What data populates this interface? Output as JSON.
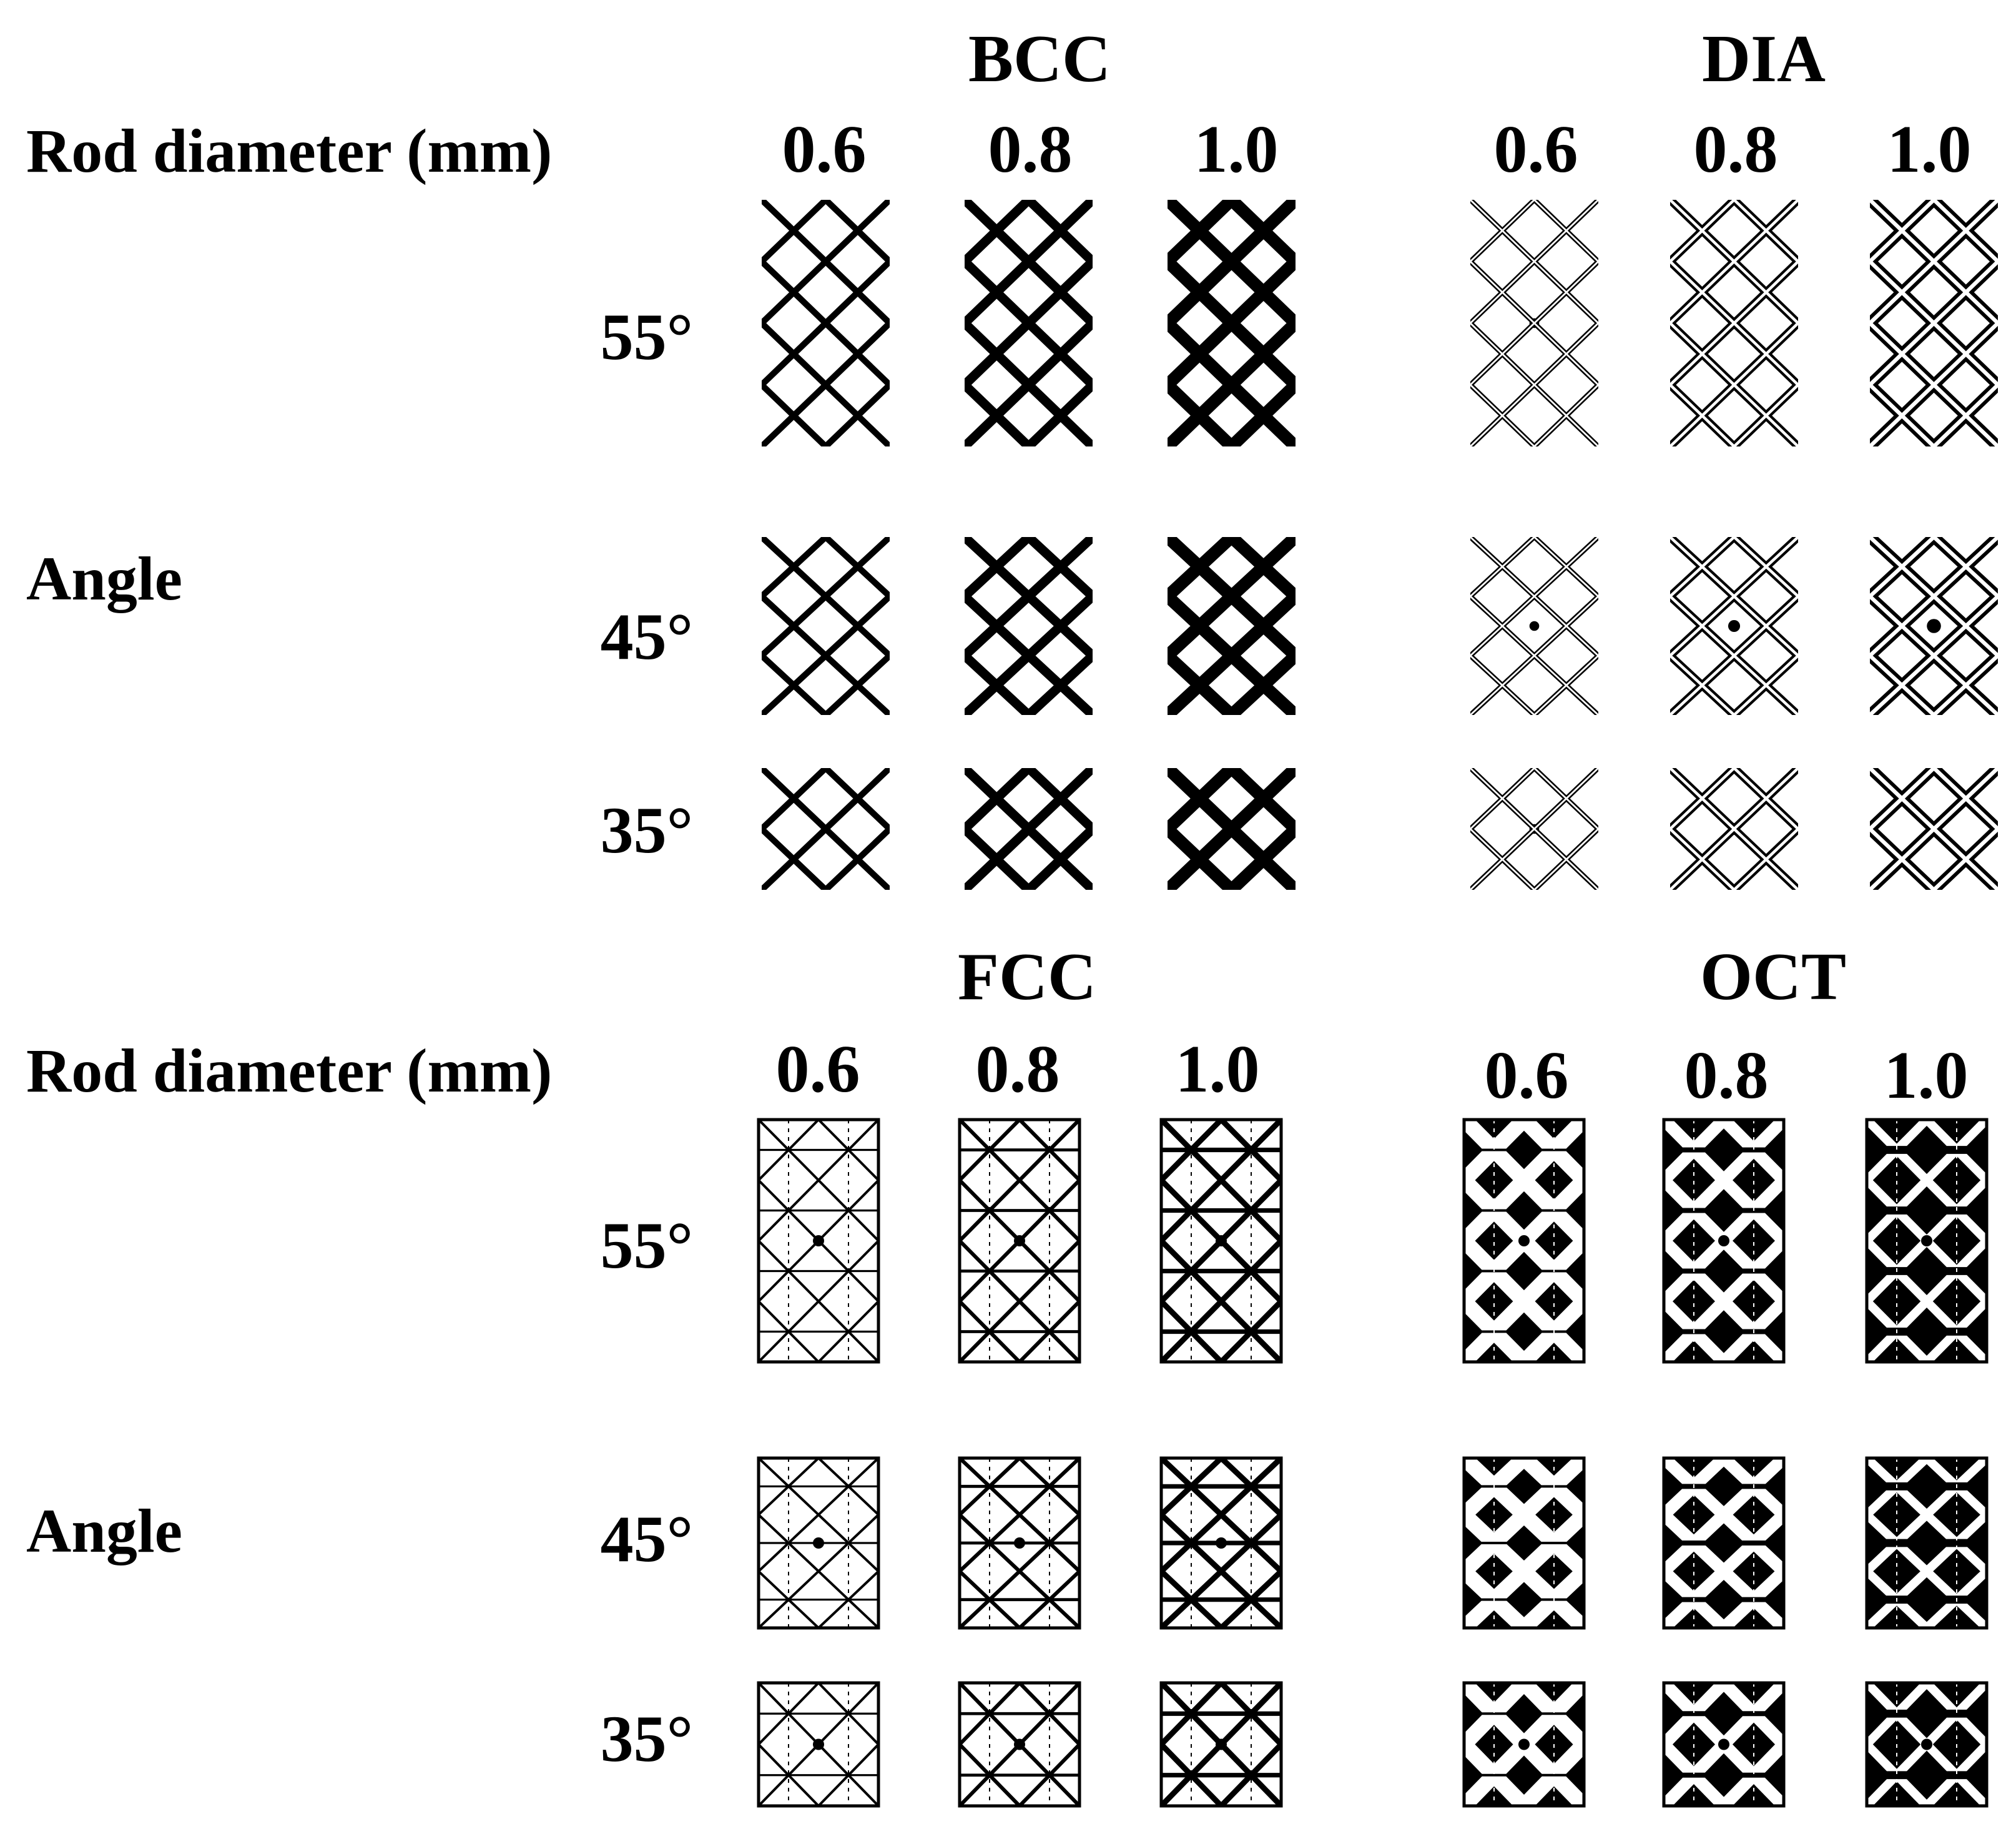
{
  "figure": {
    "sections": [
      {
        "groups": [
          {
            "title": "BCC",
            "pattern": "bcc"
          },
          {
            "title": "DIA",
            "pattern": "dia"
          }
        ],
        "row_label": "Rod diameter (mm)",
        "side_label": "Angle"
      },
      {
        "groups": [
          {
            "title": "FCC",
            "pattern": "fcc"
          },
          {
            "title": "OCT",
            "pattern": "oct"
          }
        ],
        "row_label": "Rod diameter (mm)",
        "side_label": "Angle"
      }
    ],
    "diameters": [
      "0.6",
      "0.8",
      "1.0"
    ],
    "angles": [
      "55°",
      "45°",
      "35°"
    ]
  },
  "colors": {
    "ink": "#000000",
    "background": "#ffffff"
  }
}
